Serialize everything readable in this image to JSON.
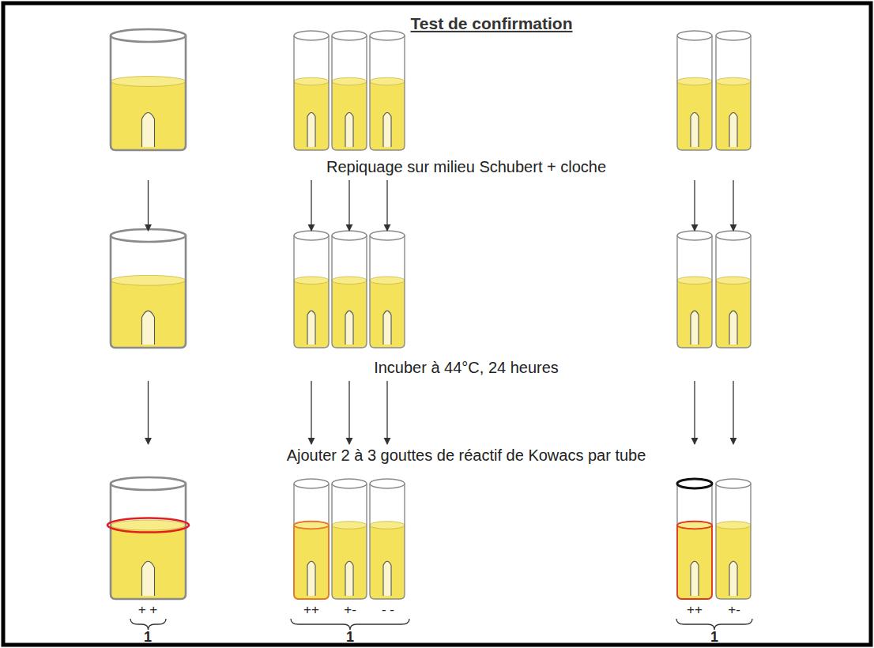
{
  "diagram": {
    "title": "Test de confirmation",
    "labels": [
      "Repiquage sur milieu Schubert + cloche",
      "Incuber à 44°C, 24 heures",
      "Ajouter 2 à 3 gouttes de réactif de Kowacs par tube",
      "+ +",
      "++",
      "+-",
      "- -",
      "++",
      "+-",
      "1",
      "1",
      "1"
    ]
  }
}
